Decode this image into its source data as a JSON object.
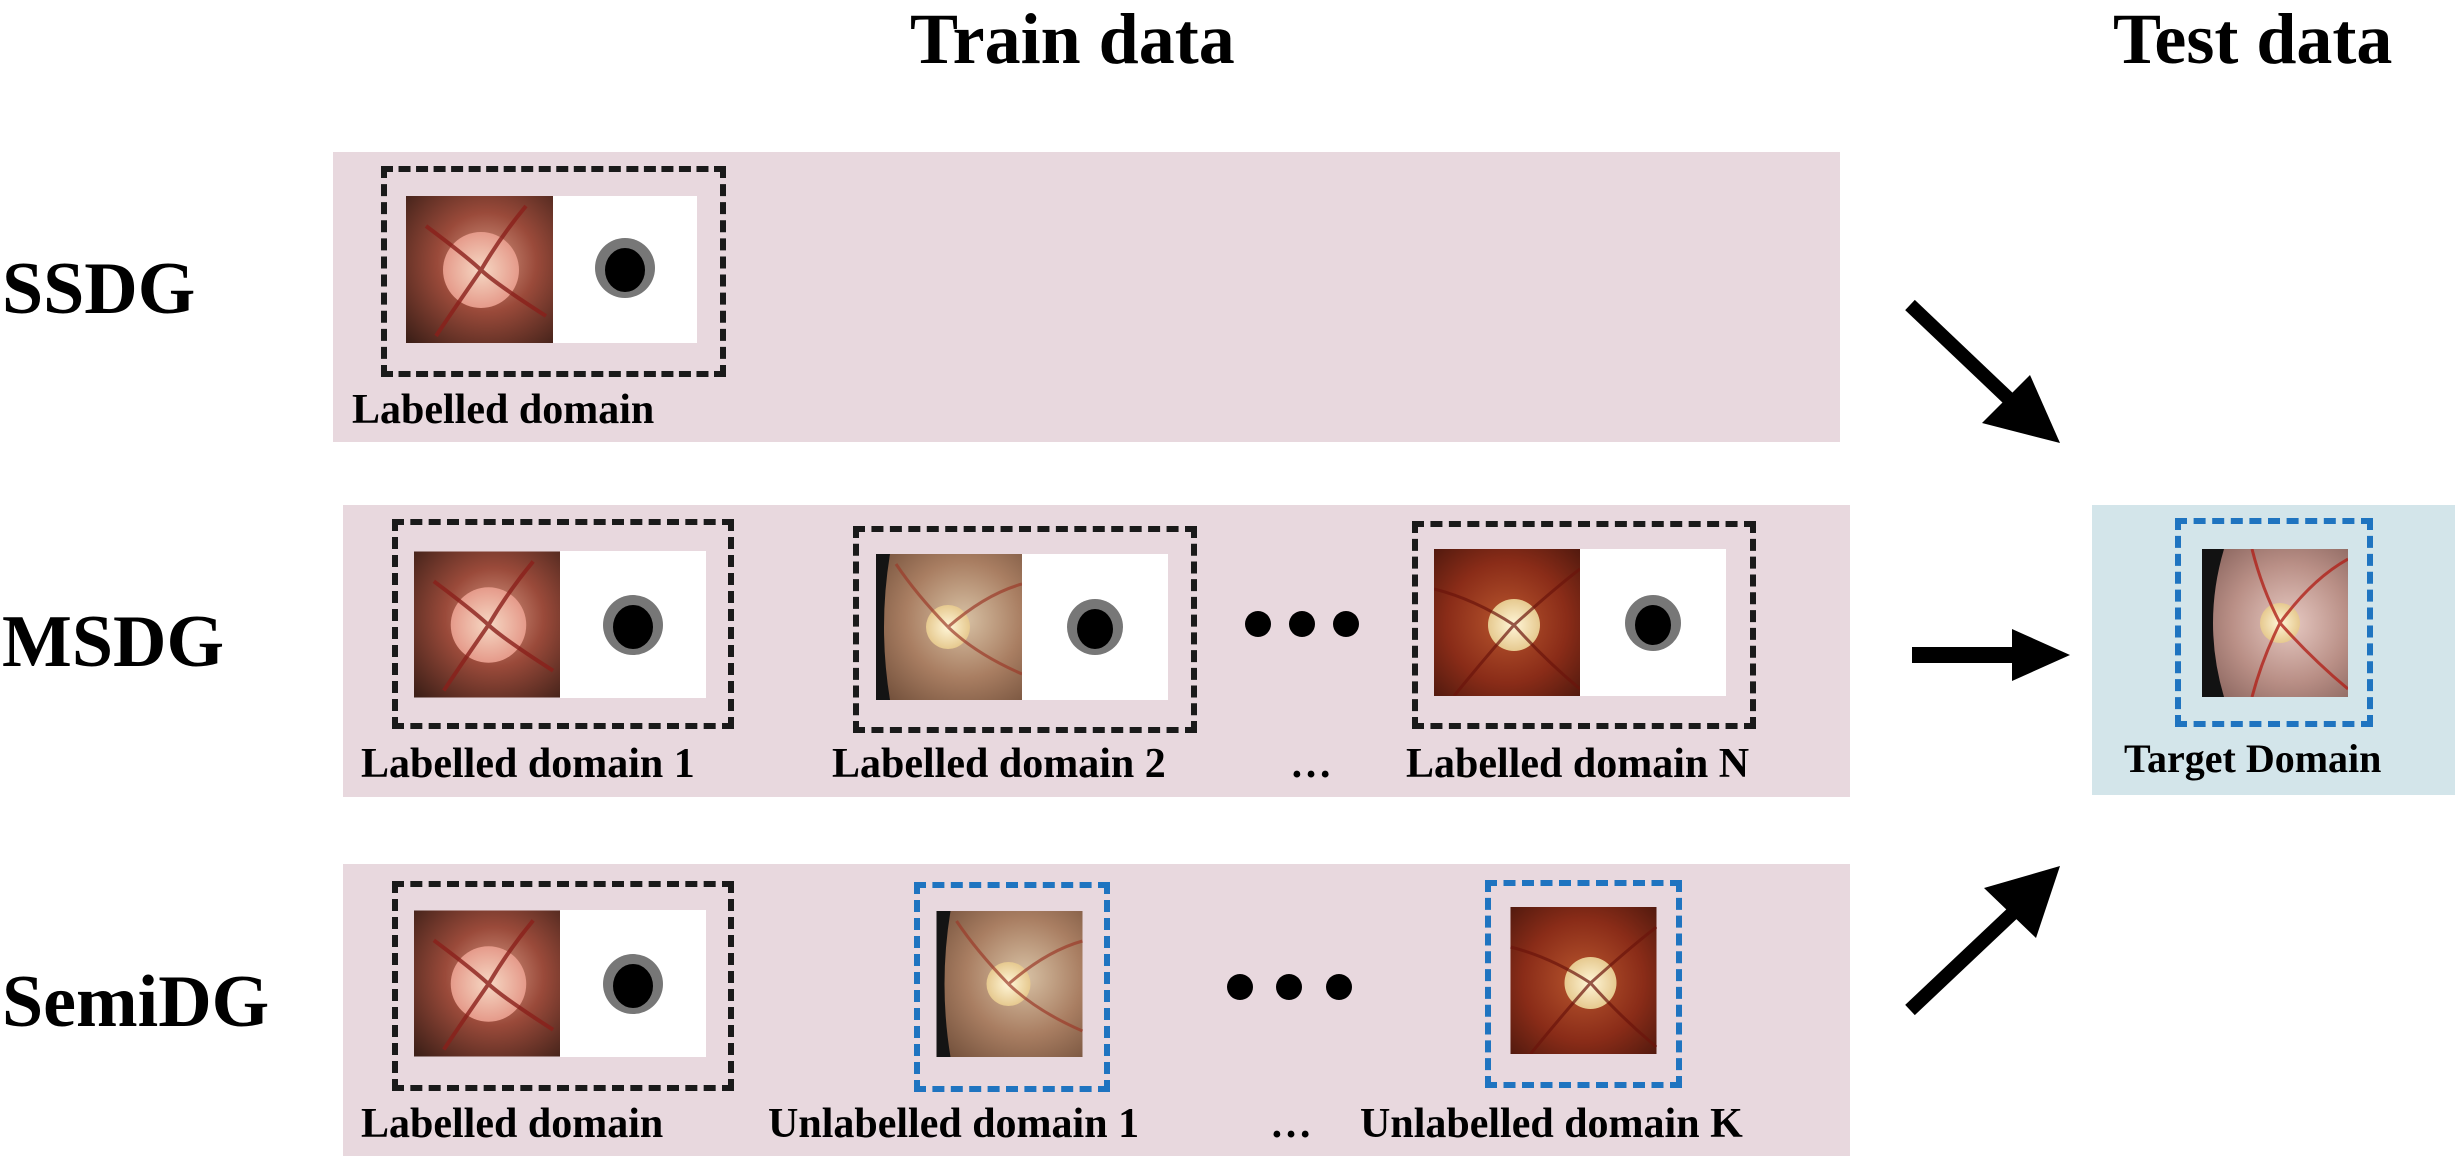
{
  "headers": {
    "train": "Train data",
    "test": "Test data"
  },
  "rows": {
    "ssdg": {
      "label": "SSDG",
      "captions": [
        "Labelled domain"
      ]
    },
    "msdg": {
      "label": "MSDG",
      "captions": [
        "Labelled domain 1",
        "Labelled domain 2",
        "Labelled domain N"
      ],
      "ellipsis": "…"
    },
    "semidg": {
      "label": "SemiDG",
      "captions": [
        "Labelled domain",
        "Unlabelled domain 1",
        "Unlabelled domain K"
      ],
      "ellipsis": "…"
    }
  },
  "target": {
    "caption": "Target Domain"
  },
  "colors": {
    "train_band": "#e8d8de",
    "test_band": "#d3e5ea",
    "labelled_border": "#1a1a1a",
    "unlabelled_border": "#1f74c0"
  }
}
